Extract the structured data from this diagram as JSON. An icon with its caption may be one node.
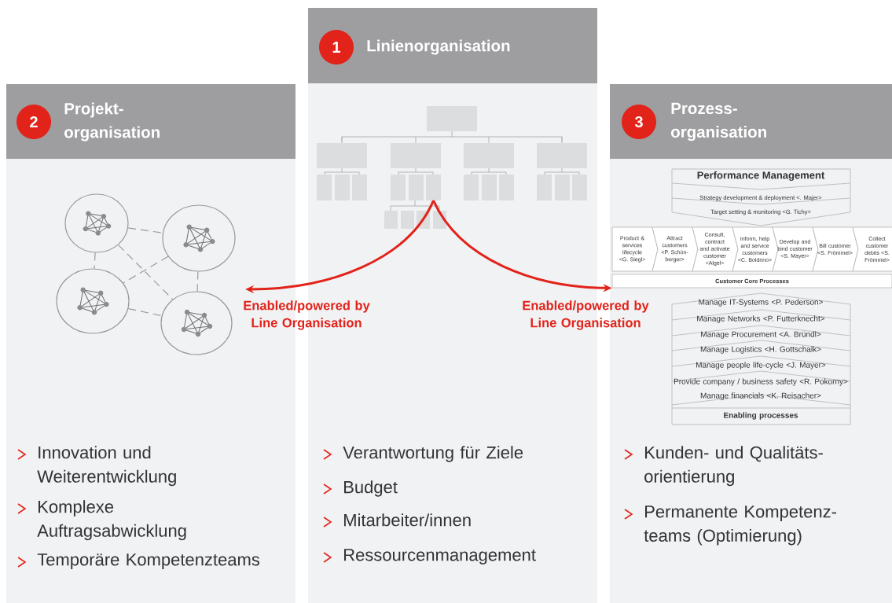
{
  "diagram": {
    "nodes": [
      {
        "text": [
          "1",
          "Linienorganisation"
        ]
      },
      {
        "text": [
          "2",
          "Projekt- organisation"
        ]
      },
      {
        "text": [
          "3",
          "Prozess- organisation"
        ]
      },
      {
        "text": [],
        "shape": "box"
      },
      {
        "text": [],
        "shape": "circle"
      },
      {
        "text": [],
        "shape": "circle"
      },
      {
        "text": [],
        "shape": "circle"
      },
      {
        "text": [],
        "shape": "circle"
      },
      {
        "text": [
          "Performance Management",
          "Strategy development & deployment <. Majer>",
          "Target setting & monitoring <G. Tichy>"
        ]
      },
      {
        "text": [
          "Product & services lifecycle <G. Siegl>"
        ]
      },
      {
        "text": [
          "Attract customers <P. Schön- berger>"
        ]
      },
      {
        "text": [
          "Consult, contract and activate customer <Algel>"
        ]
      },
      {
        "text": [
          "Inform, help and service customers <C. Boldrino>"
        ]
      },
      {
        "text": [
          "Develop and bind customer <S. Mayer>"
        ]
      },
      {
        "text": [
          "Bill customer <S. Frömmel>"
        ]
      },
      {
        "text": [
          "Collect customer debits <S. Frömmel>"
        ]
      },
      {
        "text": [
          "Customer Core Processes"
        ]
      },
      {
        "text": [
          "Manage IT-Systems <P. Pederson>",
          "Manage Networks <P. Futterknecht>",
          "Manage Procurement <A. Bründl>",
          "Manage Logistics <H. Gottschalk>",
          "Manage people life-cycle <J. Mayer>",
          "Provide company / business safety <R. Pokorny>",
          "Manage financials <K. Reisacher>",
          "Enabling processes"
        ]
      }
    ],
    "edges": [
      {
        "from": 3,
        "to": null,
        "arrow": "to",
        "label": "Enabled/powered by Line Organisation",
        "style": "thick",
        "color": "#e2231a"
      },
      {
        "from": 3,
        "to": 16,
        "arrow": "to",
        "label": "Enabled/powered by Line Organisation",
        "style": "thick",
        "color": "#e2231a"
      },
      {
        "from": 4,
        "to": 5,
        "arrow": "none",
        "style": "dashed"
      },
      {
        "from": 4,
        "to": 6,
        "arrow": "none",
        "style": "dashed"
      },
      {
        "from": 4,
        "to": 7,
        "arrow": "none",
        "style": "dashed"
      },
      {
        "from": 5,
        "to": 6,
        "arrow": "none",
        "style": "dashed"
      },
      {
        "from": 5,
        "to": 7,
        "arrow": "none",
        "style": "dashed"
      },
      {
        "from": 6,
        "to": 7,
        "arrow": "none",
        "style": "dashed"
      }
    ],
    "labels": [
      "Innovation und Weiterentwicklung",
      "Komplexe Auftragsabwicklung",
      "Temporäre Kompetenzteams",
      "Verantwortung für Ziele",
      "Budget",
      "Mitarbeiter/innen",
      "Ressourcenmanagement",
      "Kunden- und Qualitäts- orientierung",
      "Permanente Kompetenz- teams (Optimierung)"
    ]
  }
}
